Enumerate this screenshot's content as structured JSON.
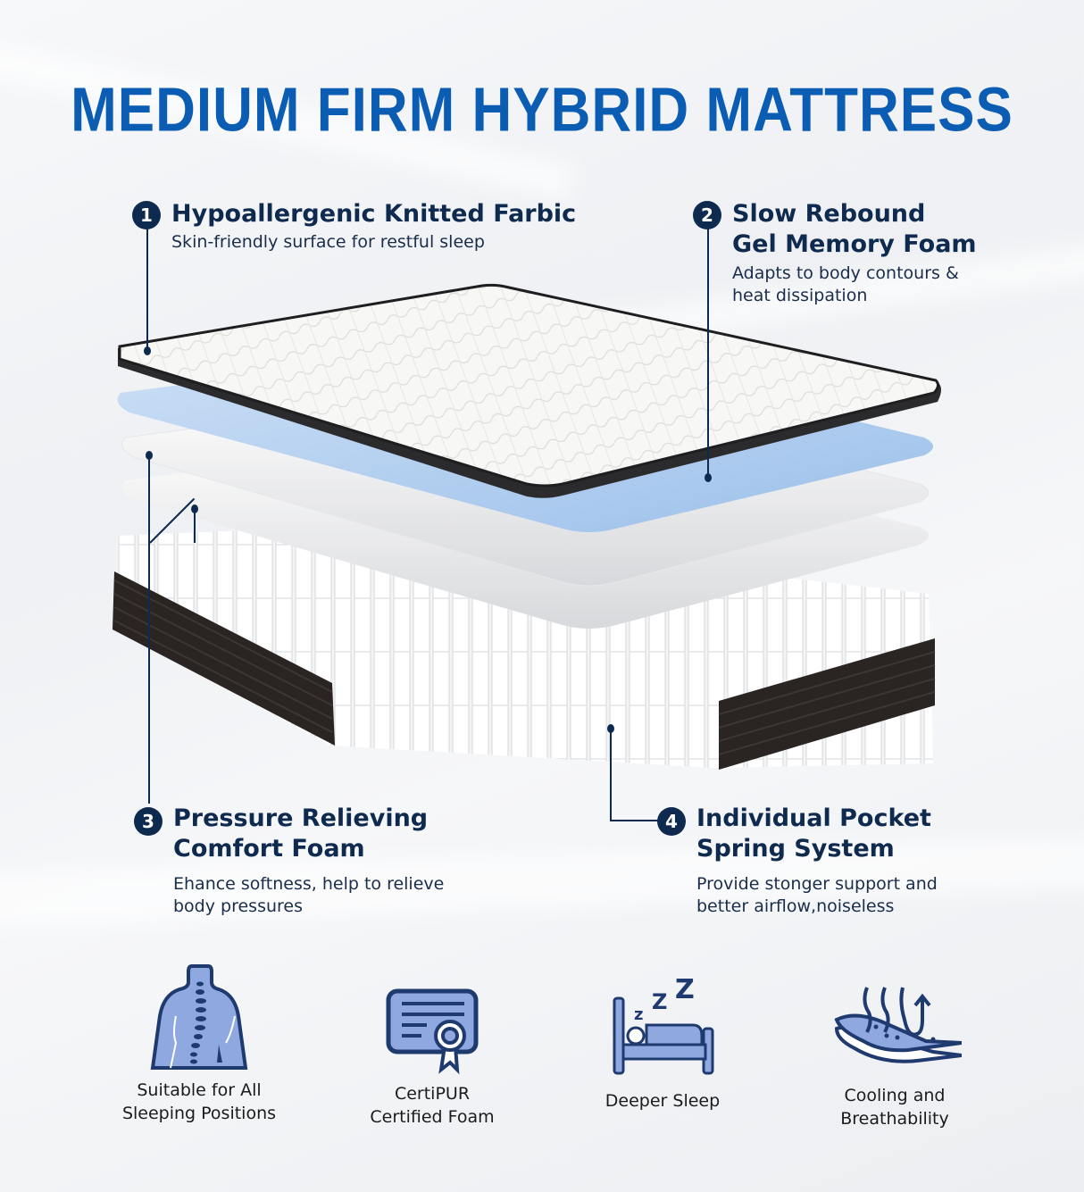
{
  "title": "MEDIUM FIRM HYBRID MATTRESS",
  "colors": {
    "title_blue": "#0b5cb3",
    "navy": "#0f2a4f",
    "icon_fill": "#8fa9e0",
    "gel_blue": "#a9c9ee"
  },
  "layers": [
    {
      "number": "1",
      "title_lines": [
        "Hypoallergenic Knitted Farbic"
      ],
      "desc_lines": [
        "Skin-friendly surface for restful sleep"
      ]
    },
    {
      "number": "2",
      "title_lines": [
        "Slow Rebound",
        "Gel Memory Foam"
      ],
      "desc_lines": [
        "Adapts to body contours &",
        "heat dissipation"
      ]
    },
    {
      "number": "3",
      "title_lines": [
        "Pressure Relieving",
        "Comfort Foam"
      ],
      "desc_lines": [
        "Ehance softness, help to relieve",
        "body pressures"
      ]
    },
    {
      "number": "4",
      "title_lines": [
        "Individual Pocket",
        "Spring System"
      ],
      "desc_lines": [
        "Provide stonger support and",
        "better airflow,noiseless"
      ]
    }
  ],
  "features": [
    {
      "icon": "spine-icon",
      "caption_lines": [
        "Suitable for All",
        "Sleeping Positions"
      ]
    },
    {
      "icon": "certificate-icon",
      "caption_lines": [
        "CertiPUR",
        "Certified Foam"
      ]
    },
    {
      "icon": "sleeping-bed-icon",
      "caption_lines": [
        "Deeper Sleep"
      ]
    },
    {
      "icon": "cooling-layers-icon",
      "caption_lines": [
        "Cooling and",
        "Breathability"
      ]
    }
  ]
}
